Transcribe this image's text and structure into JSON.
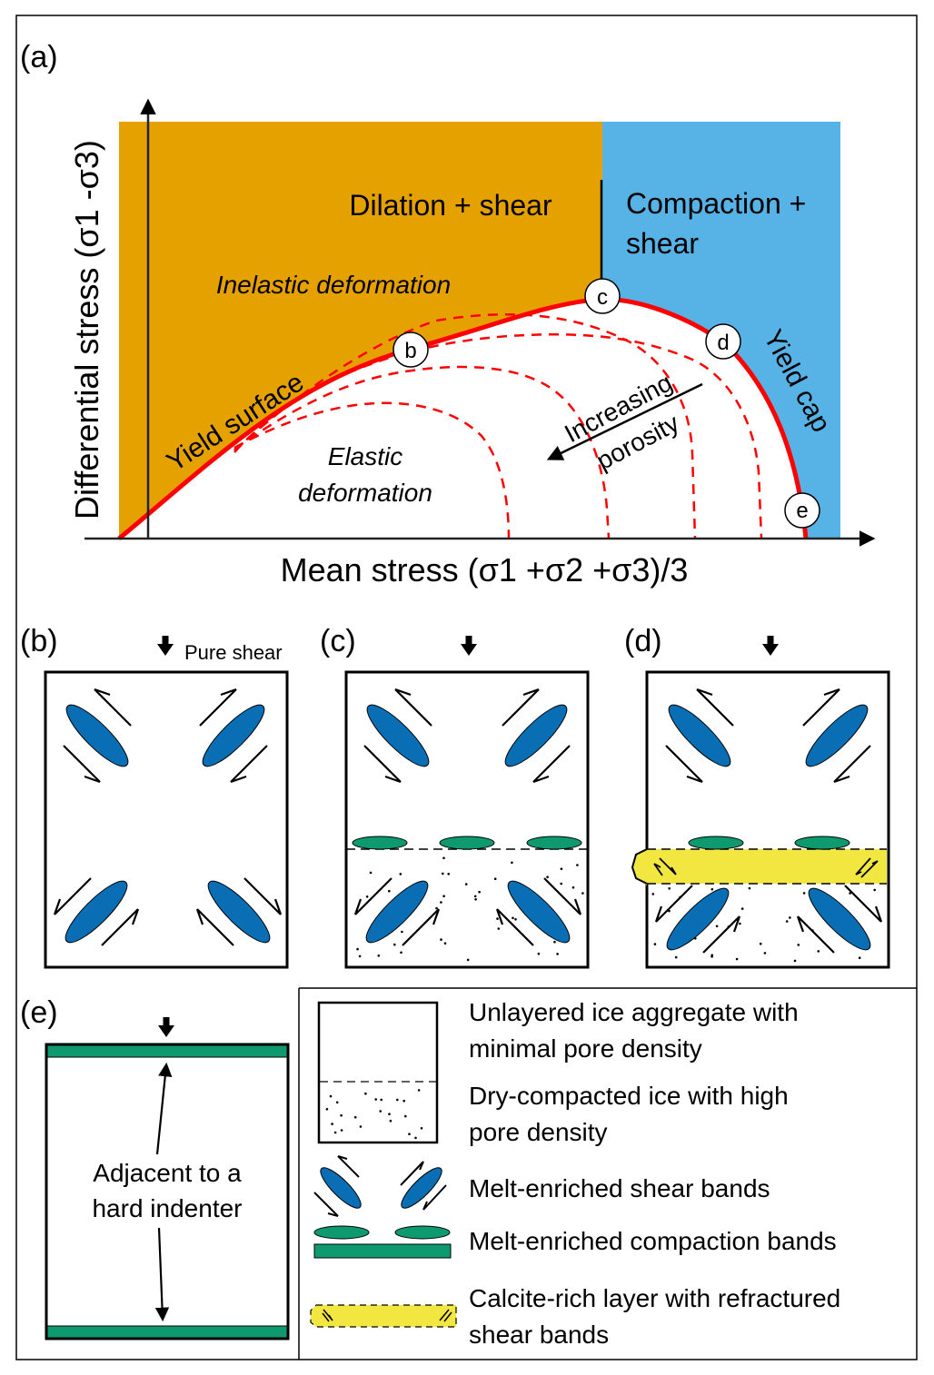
{
  "colors": {
    "dilation_region": "#E5A100",
    "compaction_region": "#57B2E6",
    "yield_curve": "#FF0000",
    "shear_band": "#0A6EB4",
    "compaction_band": "#0E9A6E",
    "calcite_layer": "#F2E640"
  },
  "panel_a": {
    "label": "(a)",
    "y_axis_label": "Differential stress (σ1 -σ3)",
    "x_axis_label": "Mean stress (σ1 +σ2 +σ3)/3",
    "region_dilation": "Dilation + shear",
    "region_compaction_line1": "Compaction +",
    "region_compaction_line2": "shear",
    "inelastic_label": "Inelastic deformation",
    "elastic_line1": "Elastic",
    "elastic_line2": "deformation",
    "yield_surface_label": "Yield surface",
    "yield_cap_label": "Yield cap",
    "porosity_line1": "Increasing",
    "porosity_line2": "porosity",
    "markers": [
      "b",
      "c",
      "d",
      "e"
    ]
  },
  "panel_b": {
    "label": "(b)",
    "loading_label": "Pure shear"
  },
  "panel_c": {
    "label": "(c)"
  },
  "panel_d": {
    "label": "(d)"
  },
  "panel_e": {
    "label": "(e)",
    "note_line1": "Adjacent to a",
    "note_line2": "hard indenter"
  },
  "legend": {
    "items": [
      {
        "line1": "Unlayered ice aggregate with",
        "line2": "minimal pore density"
      },
      {
        "line1": "Dry-compacted ice with high",
        "line2": "pore density"
      },
      {
        "line1": "Melt-enriched shear bands",
        "line2": ""
      },
      {
        "line1": "Melt-enriched compaction bands",
        "line2": ""
      },
      {
        "line1": "Calcite-rich layer with refractured",
        "line2": "shear bands"
      }
    ]
  }
}
